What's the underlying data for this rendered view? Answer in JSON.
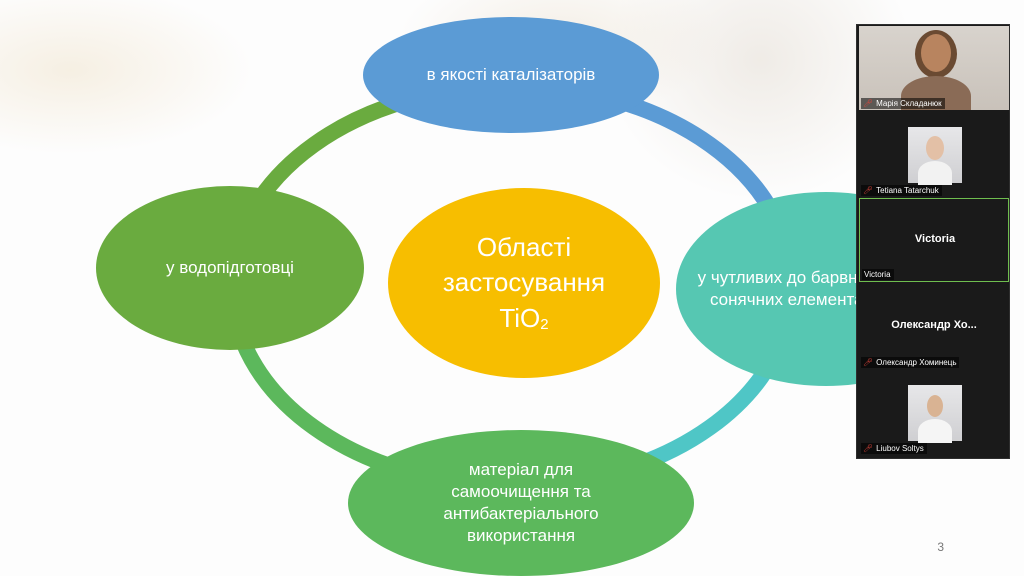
{
  "slide": {
    "center": {
      "line1": "Області",
      "line2": "застосування",
      "formula_main": "TiO",
      "formula_sub": "2"
    },
    "nodes": {
      "top": "в якості каталізаторів",
      "left": "у водопідготовці",
      "right": "у чутливих до барвника сонячних елементах",
      "bottom": "матеріал для самоочищення та антибактеріального використання"
    },
    "page_number": "3",
    "colors": {
      "top": "#5b9bd5",
      "left": "#6aab3f",
      "center": "#f7be00",
      "right": "#56c7b2",
      "bottom": "#5cb85c"
    }
  },
  "participants": [
    {
      "name": "Марія Складанюк",
      "muted": true,
      "video": true
    },
    {
      "name": "Tetiana Tatarchuk",
      "muted": true,
      "video": true
    },
    {
      "name": "Victoria",
      "display": "Victoria",
      "muted": false,
      "video": false,
      "active_speaker": true
    },
    {
      "name": "Олександр Хоминець",
      "display": "Олександр  Хо...",
      "muted": true,
      "video": false
    },
    {
      "name": "Liubov Soltys",
      "muted": true,
      "video": true
    }
  ],
  "icons": {
    "muted": "mic-muted-icon"
  }
}
